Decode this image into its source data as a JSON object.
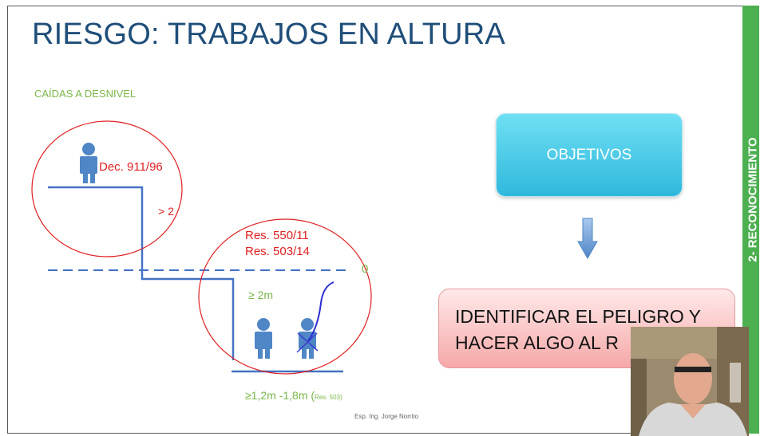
{
  "slide": {
    "title": "RIESGO: TRABAJOS EN ALTURA",
    "subtitle": "CAÍDAS A DESNIVEL",
    "side_label": "2- RECONOCIMIENTO",
    "footer": "Esp. Ing. Jorge Norrito"
  },
  "diagram": {
    "label_dec": "Dec. 911/96",
    "label_gt2": "> 2",
    "label_res550": "Res. 550/11",
    "label_res503": "Res. 503/14",
    "label_zero": "0",
    "label_ge2m": "≥ 2m",
    "label_range": "≥1,2m -1,8m (",
    "label_range_small": "Res. 503)"
  },
  "boxes": {
    "objetivos": "OBJETIVOS",
    "identificar_line1": "IDENTIFICAR EL PELIGRO Y",
    "identificar_line2": "HACER ALGO AL R"
  },
  "colors": {
    "title": "#1f4e79",
    "accent_green": "#7ab648",
    "side_bar": "#4caf50",
    "line_blue": "#4472c4",
    "circle_red": "#e02020"
  },
  "icons": [
    "person-icon",
    "person-crossed-icon",
    "arrow-down-icon"
  ]
}
